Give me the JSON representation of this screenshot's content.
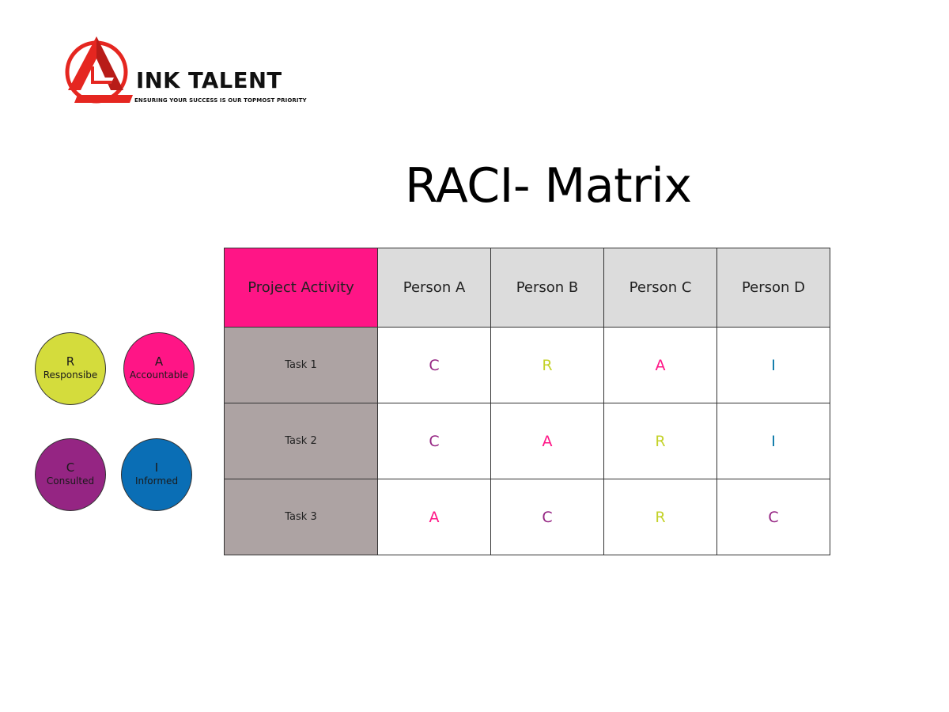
{
  "logo": {
    "name": "INK TALENT",
    "tagline": "ENSURING YOUR SUCCESS IS OUR TOPMOST PRIORITY",
    "colors": {
      "red": "#e52620",
      "dark": "#111111"
    }
  },
  "title": "RACI- Matrix",
  "legend": [
    {
      "letter": "R",
      "word": "Responsibe",
      "color": "#d4dc3c"
    },
    {
      "letter": "A",
      "word": "Accountable",
      "color": "#ff1586"
    },
    {
      "letter": "C",
      "word": "Consulted",
      "color": "#952583"
    },
    {
      "letter": "I",
      "word": "Informed",
      "color": "#0a6eb5"
    }
  ],
  "letter_colors": {
    "R": "#c4d22a",
    "A": "#ff1586",
    "C": "#952583",
    "I": "#0a79a8"
  },
  "matrix": {
    "corner_label": "Project Activity",
    "corner_color": "#ff1586",
    "header_color": "#dcdcdc",
    "task_color": "#ada3a3",
    "people": [
      "Person A",
      "Person B",
      "Person C",
      "Person D"
    ],
    "rows": [
      {
        "task": "Task 1",
        "cells": [
          "C",
          "R",
          "A",
          "I"
        ]
      },
      {
        "task": "Task 2",
        "cells": [
          "C",
          "A",
          "R",
          "I"
        ]
      },
      {
        "task": "Task 3",
        "cells": [
          "A",
          "C",
          "R",
          "C"
        ]
      }
    ]
  }
}
